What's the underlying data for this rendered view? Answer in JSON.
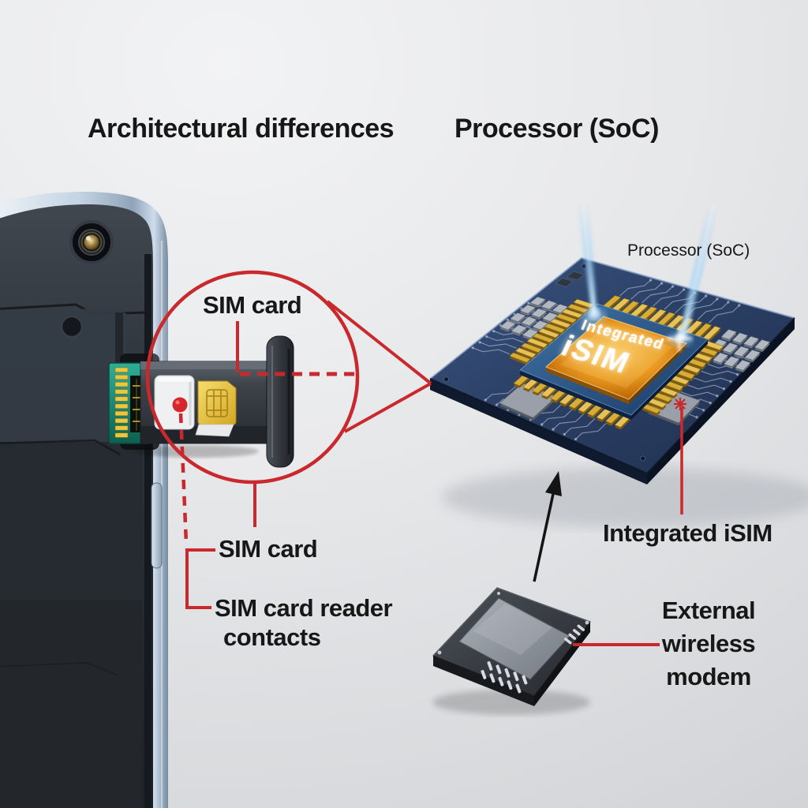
{
  "header": {
    "left_title": "Architectural differences",
    "right_title": "Processor (SoC)"
  },
  "sim_side": {
    "magnifier_label": "SIM card",
    "card_label": "SIM card",
    "reader_label_line1": "SIM card reader",
    "reader_label_line2": "contacts"
  },
  "soc_side": {
    "pointer_label": "Processor (SoC)",
    "die_word_top": "Integrated",
    "die_word_bottom": "iSIM",
    "isim_label": "Integrated iSIM"
  },
  "modem": {
    "label_line1": "External",
    "label_line2": "wireless",
    "label_line3": "modem"
  },
  "colors": {
    "annotation_red": "#c9282d",
    "title_text": "#171717",
    "board_blue": "#2b4066",
    "die_orange": "#ea9b22",
    "sim_gold": "#ecc943",
    "connector_green": "#1f9180",
    "beam_blue": "#7cc3f2",
    "background_gray": "#e6e7e9"
  }
}
